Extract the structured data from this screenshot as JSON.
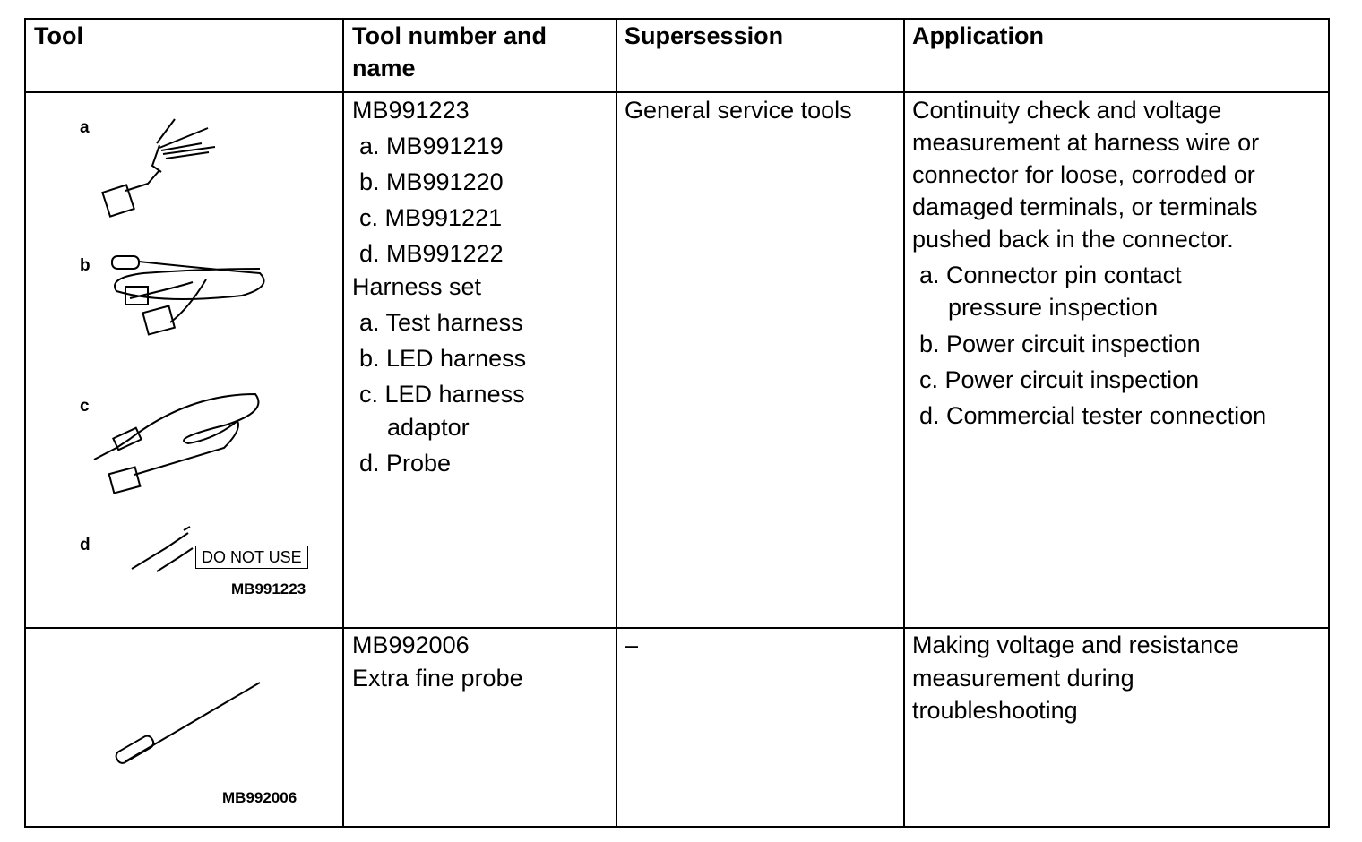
{
  "headers": [
    "Tool",
    "Tool number and",
    "name",
    "Supersession",
    "Application"
  ],
  "rows": [
    {
      "tool_labels": [
        "a",
        "b",
        "c",
        "d"
      ],
      "do_not_use": "DO NOT USE",
      "tool_caption": "MB991223",
      "number_lines": [
        "MB991223",
        "a. MB991219",
        "b. MB991220",
        "c. MB991221",
        "d. MB991222",
        "Harness set",
        "a. Test harness",
        "b. LED harness",
        "c. LED harness",
        "adaptor",
        "d. Probe"
      ],
      "supersession": "General service tools",
      "application_lines": [
        "Continuity check and voltage",
        "measurement at harness wire or",
        "connector for loose, corroded or",
        "damaged terminals, or terminals",
        "pushed back in the connector.",
        "a. Connector pin contact",
        "pressure inspection",
        "b. Power circuit inspection",
        "c. Power circuit inspection",
        "d. Commercial tester connection"
      ]
    },
    {
      "tool_caption": "MB992006",
      "number_lines": [
        "MB992006",
        "Extra fine probe"
      ],
      "supersession": "–",
      "application_lines": [
        "Making voltage and resistance",
        "measurement during",
        "troubleshooting"
      ]
    }
  ]
}
